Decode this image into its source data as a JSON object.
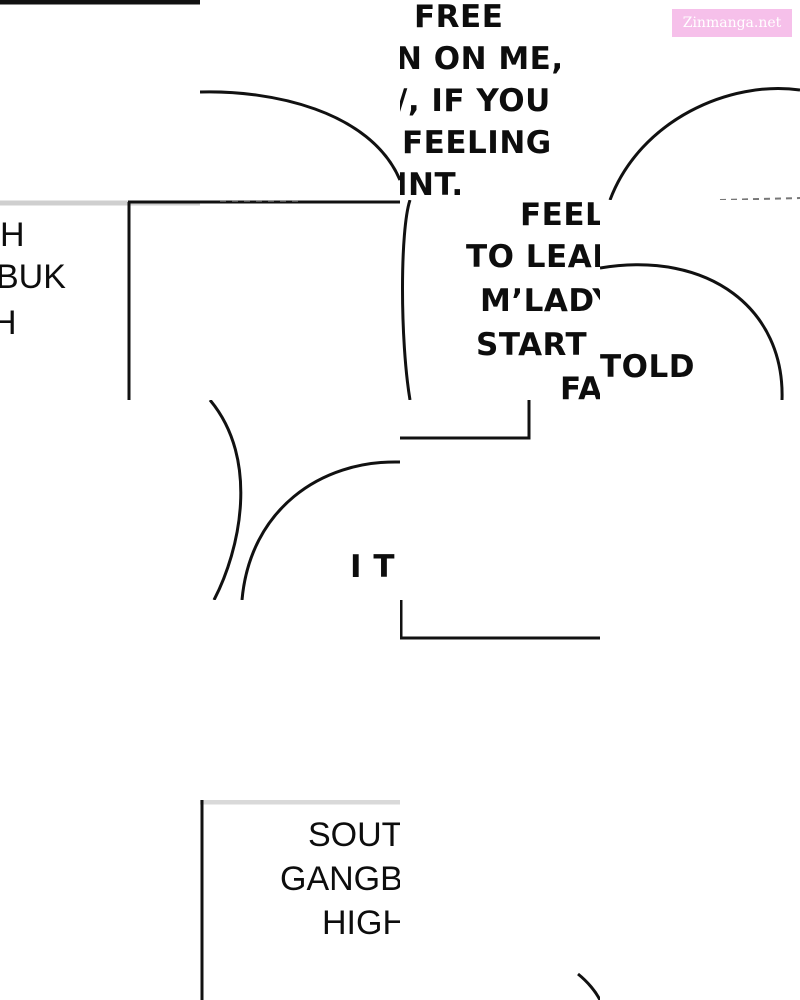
{
  "watermark": "Zinmanga.net",
  "fragments": {
    "top_speech": [
      "FREE",
      "N ON ME,",
      "/, IF YOU",
      "FEELING",
      "INT."
    ],
    "middle_speech": [
      "FEEL",
      "TO LEAI",
      "M’LADY",
      "START",
      "FA"
    ],
    "told": "TOLD",
    "i_t": "I T",
    "left_caption": [
      "H",
      "BUK",
      "H"
    ],
    "bottom_caption": [
      "SOUT",
      "GANGB",
      "HIGH"
    ]
  },
  "colors": {
    "ink": "#0d0d0d",
    "watermark_bg": "#f6c0ea"
  }
}
